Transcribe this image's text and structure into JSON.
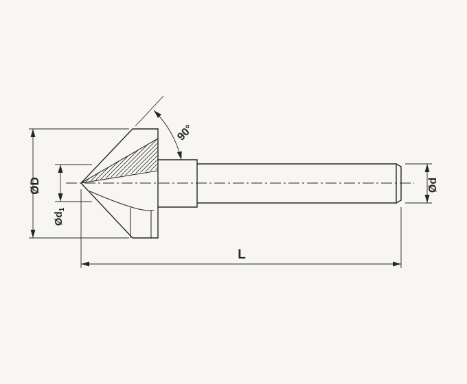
{
  "labels": {
    "D": "ØD",
    "d1_main": "Ød",
    "d1_sub": "1",
    "angle": "90°",
    "d": "Ød",
    "L": "L"
  },
  "colors": {
    "line": "#262626",
    "bg": "#f7f6f3"
  }
}
